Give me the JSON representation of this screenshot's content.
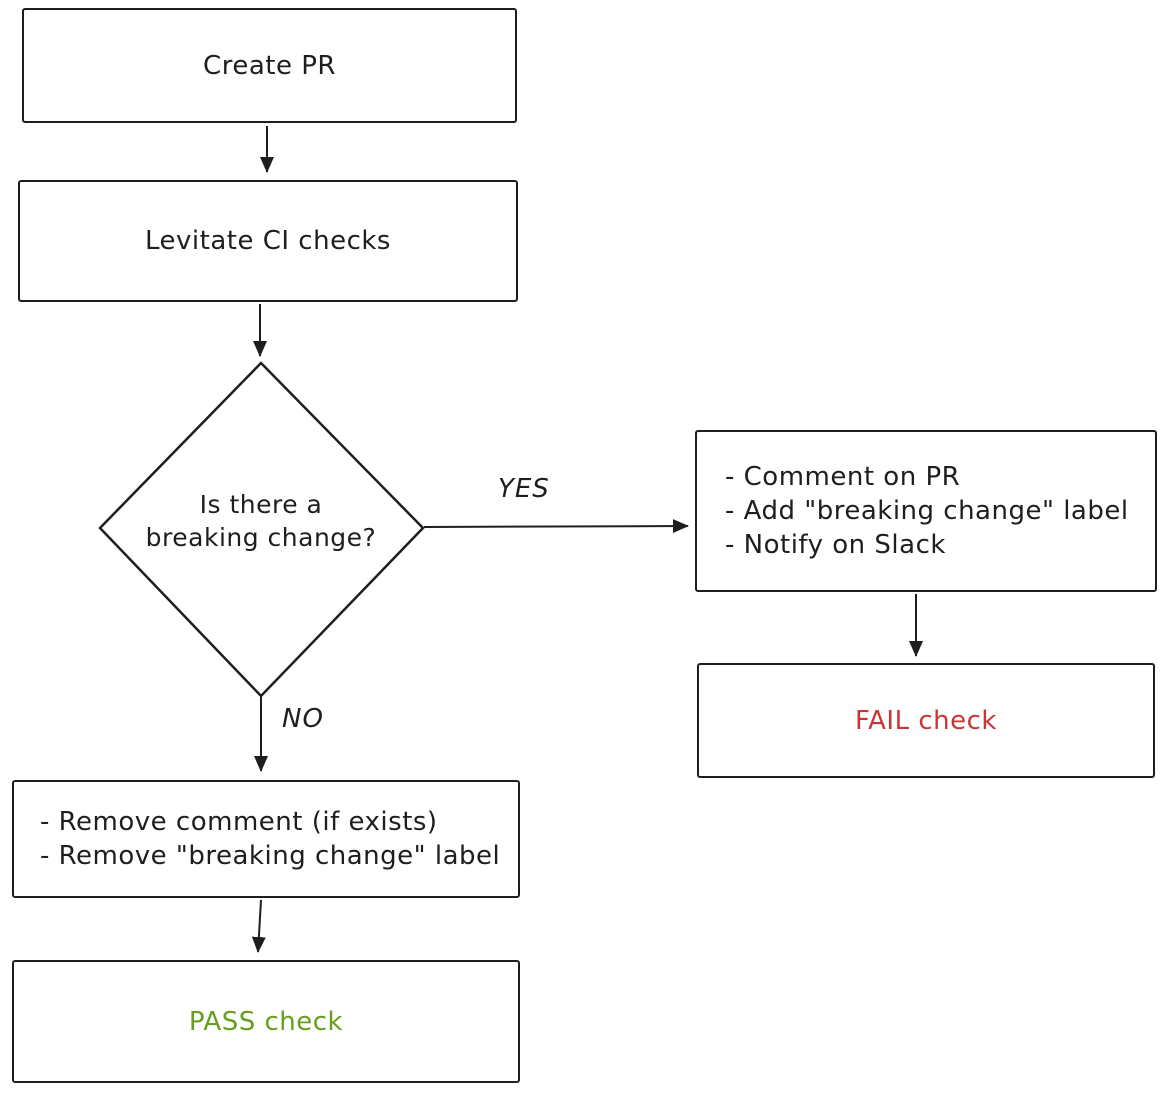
{
  "diagram": {
    "title_hint": "PR breaking-change CI flowchart",
    "colors": {
      "background": "#ffffff",
      "stroke": "#1e1e1e",
      "fail_text": "#c83737",
      "pass_text": "#64a01c"
    },
    "nodes": {
      "create_pr": {
        "label": "Create PR"
      },
      "levitate_ci": {
        "label": "Levitate CI checks"
      },
      "decision": {
        "label_line1": "Is there a",
        "label_line2": "breaking change?"
      },
      "yes_actions": {
        "items": [
          "- Comment on PR",
          "- Add \"breaking change\" label",
          "- Notify on Slack"
        ]
      },
      "fail_check": {
        "label": "FAIL check"
      },
      "no_actions": {
        "items": [
          "- Remove comment (if exists)",
          "- Remove \"breaking change\" label"
        ]
      },
      "pass_check": {
        "label": "PASS check"
      }
    },
    "edge_labels": {
      "yes": "YES",
      "no": "NO"
    }
  }
}
